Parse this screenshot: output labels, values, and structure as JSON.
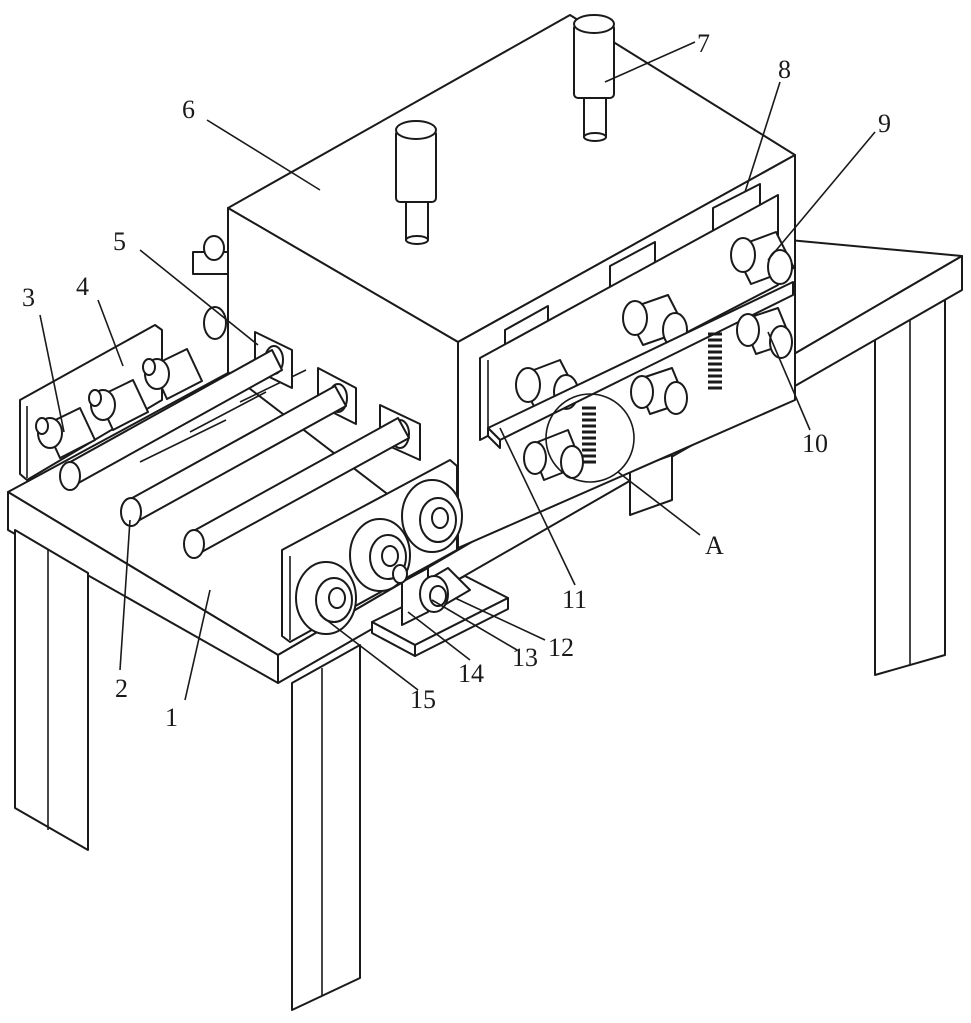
{
  "diagram": {
    "labels": {
      "l1": "1",
      "l2": "2",
      "l3": "3",
      "l4": "4",
      "l5": "5",
      "l6": "6",
      "l7": "7",
      "l8": "8",
      "l9": "9",
      "l10": "10",
      "l11": "11",
      "l12": "12",
      "l13": "13",
      "l14": "14",
      "l15": "15",
      "lA": "A"
    },
    "colors": {
      "line": "#1a1a1a",
      "background": "#ffffff"
    }
  }
}
